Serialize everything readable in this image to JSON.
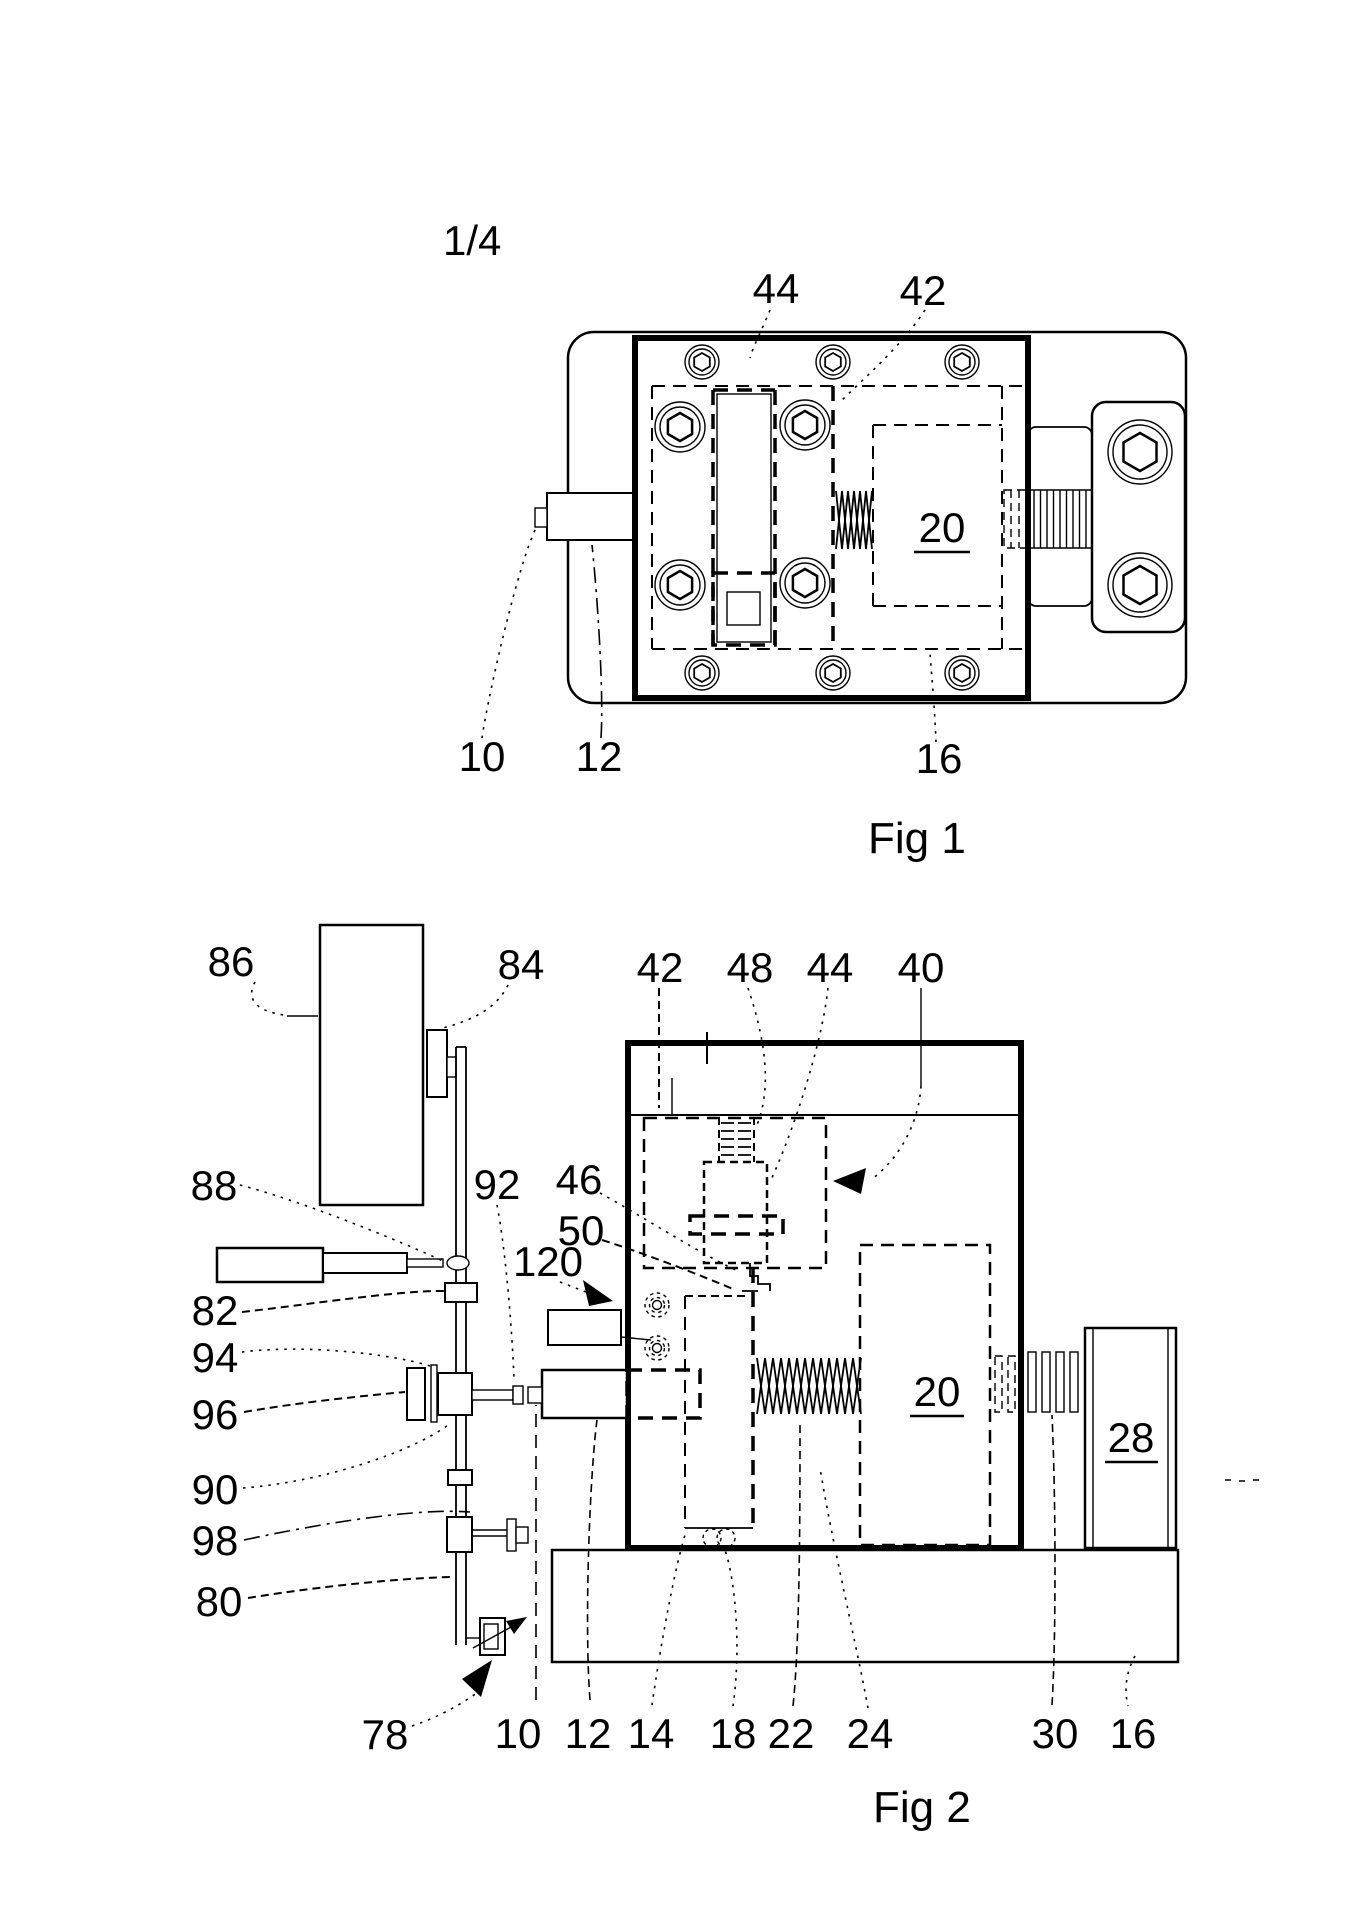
{
  "page": {
    "sheet_index": "1/4"
  },
  "colors": {
    "ink": "#000000",
    "paper": "#ffffff"
  },
  "fig1": {
    "caption": "Fig 1",
    "labels": {
      "n44": "44",
      "n42": "42",
      "n20": "20",
      "n10": "10",
      "n12": "12",
      "n16": "16"
    }
  },
  "fig2": {
    "caption": "Fig 2",
    "labels": {
      "n86": "86",
      "n84": "84",
      "n42": "42",
      "n48": "48",
      "n44": "44",
      "n40": "40",
      "n88": "88",
      "n92": "92",
      "n46": "46",
      "n50": "50",
      "n120": "120",
      "n82": "82",
      "n94": "94",
      "n96": "96",
      "n90": "90",
      "n98": "98",
      "n80": "80",
      "n78": "78",
      "n10": "10",
      "n12": "12",
      "n14": "14",
      "n18": "18",
      "n22": "22",
      "n24": "24",
      "n30": "30",
      "n16": "16",
      "n20": "20",
      "n28": "28"
    }
  }
}
